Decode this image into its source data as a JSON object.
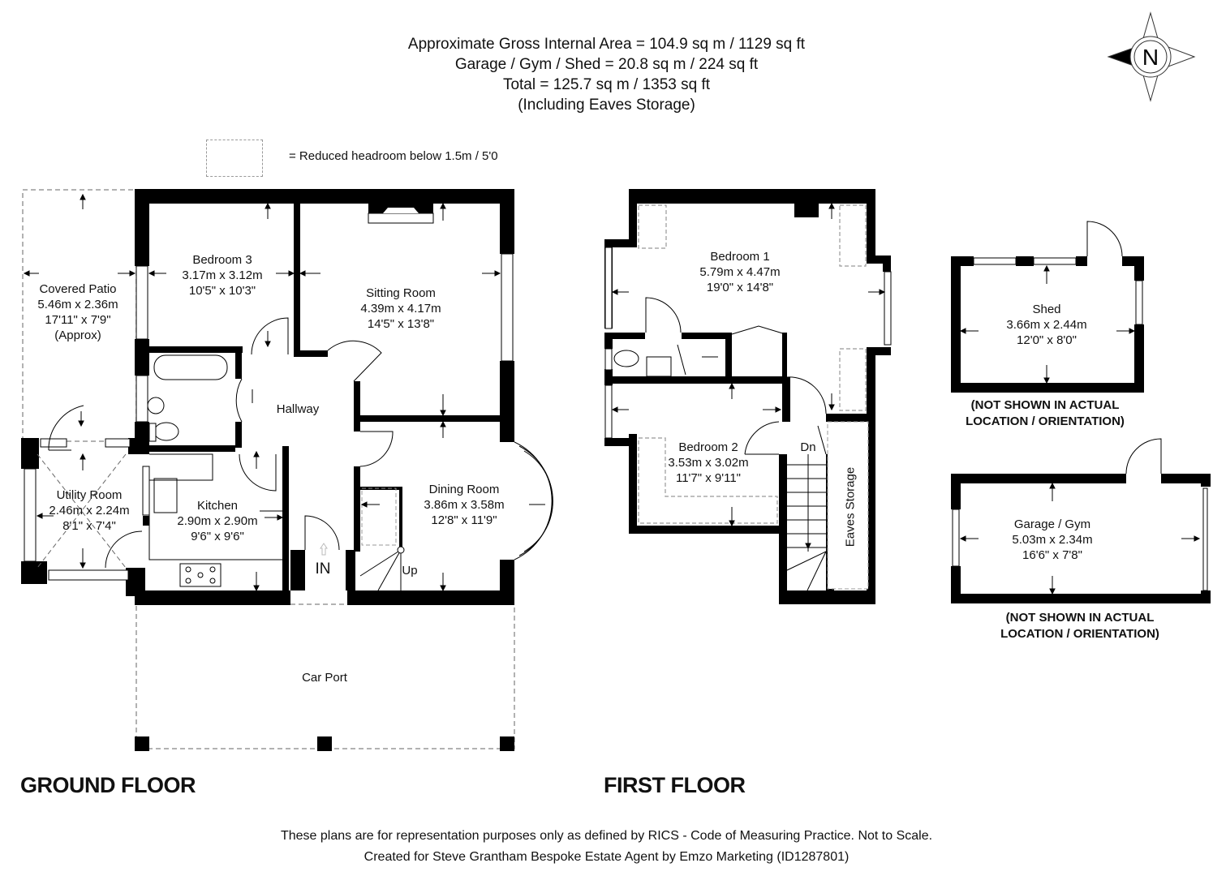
{
  "header": {
    "gross_internal_area": "Approximate Gross Internal Area = 104.9 sq m / 1129 sq ft",
    "outbuildings_area": "Garage / Gym / Shed = 20.8 sq m / 224 sq ft",
    "total_area": "Total = 125.7 sq m / 1353 sq ft",
    "note": "(Including Eaves Storage)"
  },
  "legend": {
    "icon": "dashed-rectangle",
    "label": "= Reduced headroom below 1.5m / 5'0"
  },
  "compass": {
    "label": "N",
    "icon": "compass-rose-icon"
  },
  "ground_floor": {
    "title": "GROUND FLOOR",
    "rooms": {
      "covered_patio": {
        "name": "Covered Patio",
        "metric": "5.46m x 2.36m",
        "imperial": "17'11\" x 7'9\"",
        "note": "(Approx)"
      },
      "bedroom3": {
        "name": "Bedroom 3",
        "metric": "3.17m x 3.12m",
        "imperial": "10'5\" x 10'3\""
      },
      "sitting_room": {
        "name": "Sitting Room",
        "metric": "4.39m x 4.17m",
        "imperial": "14'5\" x 13'8\""
      },
      "hallway": {
        "name": "Hallway"
      },
      "utility_room": {
        "name": "Utility Room",
        "metric": "2.46m x 2.24m",
        "imperial": "8'1\" x 7'4\""
      },
      "kitchen": {
        "name": "Kitchen",
        "metric": "2.90m x 2.90m",
        "imperial": "9'6\" x 9'6\""
      },
      "dining_room": {
        "name": "Dining Room",
        "metric": "3.86m x 3.58m",
        "imperial": "12'8\" x 11'9\""
      },
      "car_port": {
        "name": "Car Port"
      }
    },
    "entrance_label": "IN",
    "stairs_label": "Up"
  },
  "first_floor": {
    "title": "FIRST FLOOR",
    "rooms": {
      "bedroom1": {
        "name": "Bedroom 1",
        "metric": "5.79m x 4.47m",
        "imperial": "19'0\" x 14'8\""
      },
      "bedroom2": {
        "name": "Bedroom 2",
        "metric": "3.53m x 3.02m",
        "imperial": "11'7\" x 9'11\""
      },
      "eaves_storage": {
        "name": "Eaves Storage"
      }
    },
    "stairs_label": "Dn"
  },
  "outbuildings": {
    "shed": {
      "name": "Shed",
      "metric": "3.66m x 2.44m",
      "imperial": "12'0\" x 8'0\"",
      "note_line1": "(NOT SHOWN IN ACTUAL",
      "note_line2": "LOCATION / ORIENTATION)"
    },
    "garage_gym": {
      "name": "Garage / Gym",
      "metric": "5.03m x 2.34m",
      "imperial": "16'6\" x 7'8\"",
      "note_line1": "(NOT SHOWN IN ACTUAL",
      "note_line2": "LOCATION / ORIENTATION)"
    }
  },
  "footer": {
    "disclaimer": "These plans are for representation purposes only as defined by RICS - Code of Measuring Practice. Not to Scale.",
    "credit": "Created for Steve Grantham Bespoke Estate Agent by Emzo Marketing (ID1287801)"
  },
  "colors": {
    "wall": "#000000",
    "dashed": "#999999",
    "background": "#ffffff",
    "text": "#111111"
  }
}
